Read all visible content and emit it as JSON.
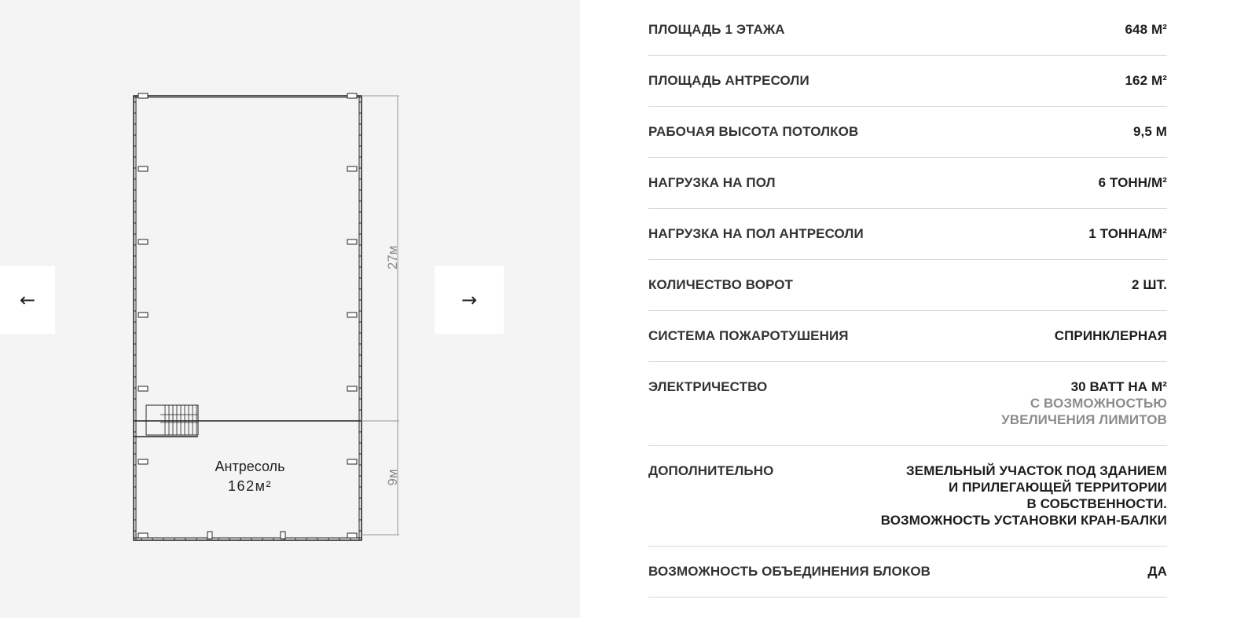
{
  "gallery": {
    "prev_label": "←",
    "next_label": "→",
    "plan": {
      "mezzanine_label": "Антресоль",
      "mezzanine_area": "162м²",
      "dim_main": "27м",
      "dim_mezz": "9м"
    }
  },
  "specs": [
    {
      "label": "ПЛОЩАДЬ 1 ЭТАЖА",
      "value": [
        "648 М²"
      ],
      "muted": []
    },
    {
      "label": "ПЛОЩАДЬ АНТРЕСОЛИ",
      "value": [
        "162 М²"
      ],
      "muted": []
    },
    {
      "label": "РАБОЧАЯ ВЫСОТА ПОТОЛКОВ",
      "value": [
        "9,5 М"
      ],
      "muted": []
    },
    {
      "label": "НАГРУЗКА НА ПОЛ",
      "value": [
        "6 ТОНН/М²"
      ],
      "muted": []
    },
    {
      "label": "НАГРУЗКА НА ПОЛ АНТРЕСОЛИ",
      "value": [
        "1 ТОННА/М²"
      ],
      "muted": []
    },
    {
      "label": "КОЛИЧЕСТВО ВОРОТ",
      "value": [
        "2 ШТ."
      ],
      "muted": []
    },
    {
      "label": "СИСТЕМА ПОЖАРОТУШЕНИЯ",
      "value": [
        "СПРИНКЛЕРНАЯ"
      ],
      "muted": []
    },
    {
      "label": "ЭЛЕКТРИЧЕСТВО",
      "value": [
        "30 ВАТТ НА М²"
      ],
      "muted": [
        "С ВОЗМОЖНОСТЬЮ",
        "УВЕЛИЧЕНИЯ ЛИМИТОВ"
      ]
    },
    {
      "label": "ДОПОЛНИТЕЛЬНО",
      "value": [
        "ЗЕМЕЛЬНЫЙ УЧАСТОК ПОД ЗДАНИЕМ",
        "И ПРИЛЕГАЮЩЕЙ ТЕРРИТОРИИ",
        "В СОБСТВЕННОСТИ.",
        "ВОЗМОЖНОСТЬ УСТАНОВКИ КРАН-БАЛКИ"
      ],
      "muted": []
    },
    {
      "label": "ВОЗМОЖНОСТЬ ОБЪЕДИНЕНИЯ БЛОКОВ",
      "value": [
        "ДА"
      ],
      "muted": []
    }
  ]
}
